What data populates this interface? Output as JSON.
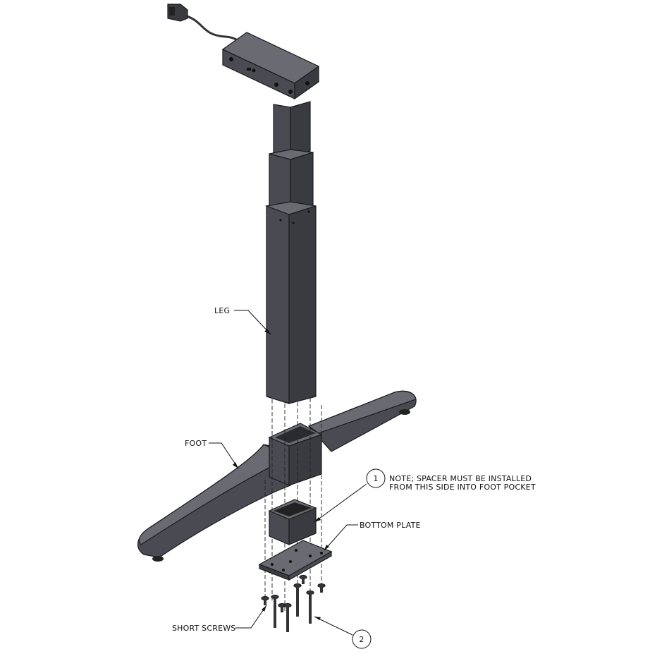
{
  "labels": {
    "leg": "LEG",
    "foot": "FOOT",
    "note_line1": "NOTE; SPACER MUST BE INSTALLED",
    "note_line2": "FROM THIS SIDE INTO FOOT POCKET",
    "bottom_plate": "BOTTOM PLATE",
    "short_screws": "SHORT SCREWS"
  },
  "balloons": {
    "note": "1",
    "screws": "2"
  },
  "colors": {
    "metal": "#4a4b52",
    "outline": "#1b1b1e",
    "background": "#ffffff"
  }
}
